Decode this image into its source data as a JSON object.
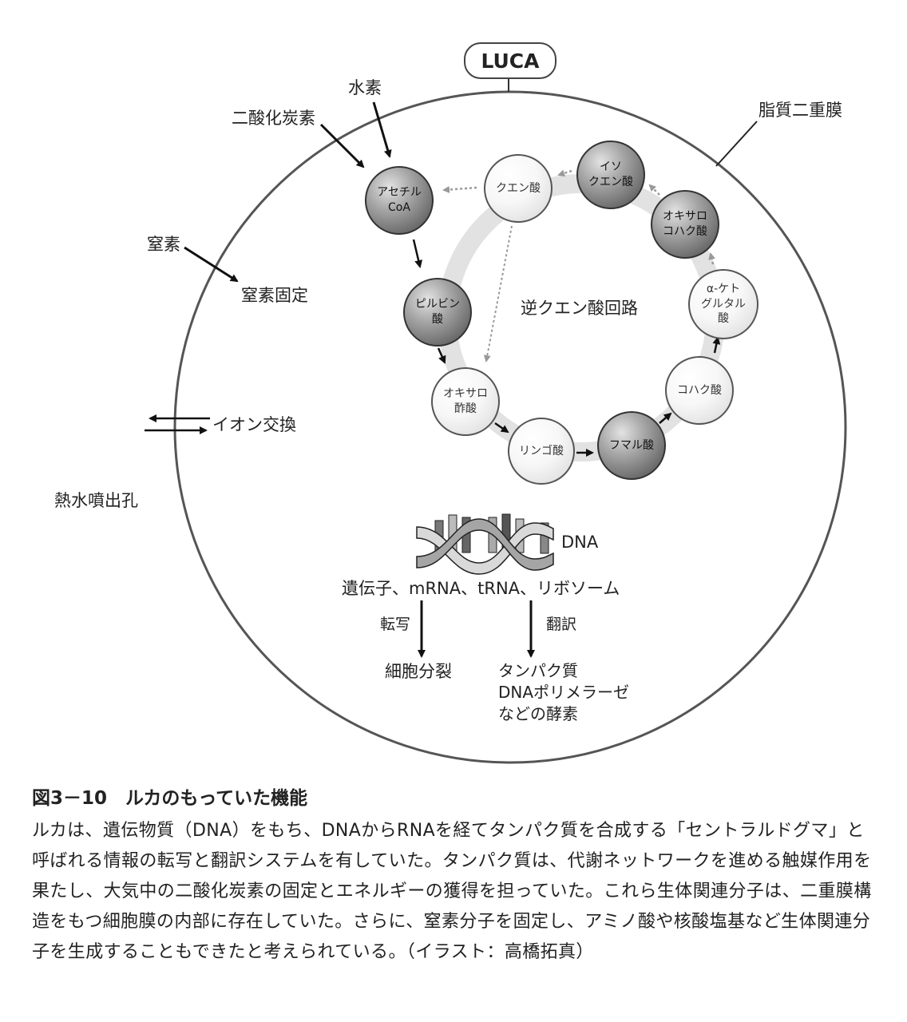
{
  "luca": "LUCA",
  "outer_labels": {
    "hydrogen": "水素",
    "co2": "二酸化炭素",
    "membrane": "脂質二重膜",
    "nitrogen": "窒素",
    "nitrogen_fixation": "窒素固定",
    "ion_exchange": "イオン交換",
    "vent": "熱水噴出孔"
  },
  "cycle": {
    "title": "逆クエン酸回路",
    "nodes": {
      "acetyl_coa": "アセチル\nCoA",
      "pyruvate": "ピルビン\n酸",
      "oxaloacetate": "オキサロ\n酢酸",
      "malate": "リンゴ酸",
      "fumarate": "フマル酸",
      "succinate": "コハク酸",
      "ketoglutarate": "α-ケト\nグルタル\n酸",
      "oxalosuccinate": "オキサロ\nコハク酸",
      "isocitrate": "イソ\nクエン酸",
      "citrate": "クエン酸"
    }
  },
  "dna": {
    "label": "DNA",
    "components": "遺伝子、mRNA、tRNA、リボソーム",
    "left_arrow_label": "転写",
    "right_arrow_label": "翻訳",
    "left_result": "細胞分裂",
    "right_result": "タンパク質\nDNAポリメラーゼ\nなどの酵素"
  },
  "caption": {
    "title": "図3－10　ルカのもっていた機能",
    "body": "ルカは、遺伝物質（DNA）をもち、DNAからRNAを経てタンパク質を合成する「セントラルドグマ」と呼ばれる情報の転写と翻訳システムを有していた。タンパク質は、代謝ネットワークを進める触媒作用を果たし、大気中の二酸化炭素の固定とエネルギーの獲得を担っていた。これら生体関連分子は、二重膜構造をもつ細胞膜の内部に存在していた。さらに、窒素分子を固定し、アミノ酸や核酸塩基など生体関連分子を生成することもできたと考えられている。（イラスト：高橋拓真）"
  },
  "colors": {
    "line": "#3a3a3a",
    "ring": "#e2e2e2",
    "dotted_arrow": "#9a9a9a"
  }
}
